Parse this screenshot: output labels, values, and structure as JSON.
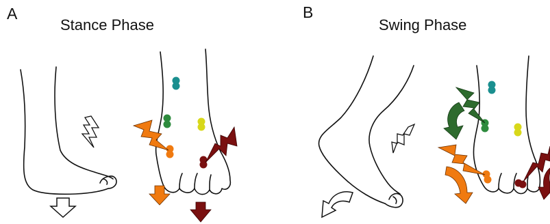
{
  "panels": [
    {
      "letter": "A",
      "title": "Stance Phase"
    },
    {
      "letter": "B",
      "title": "Swing Phase"
    }
  ],
  "colors": {
    "teal": "#1a8f8f",
    "green": "#2e8b3e",
    "yellow": "#d8d81a",
    "orange": "#f07a10",
    "dark_red": "#7a1010",
    "dark_green": "#2e6b2e"
  }
}
